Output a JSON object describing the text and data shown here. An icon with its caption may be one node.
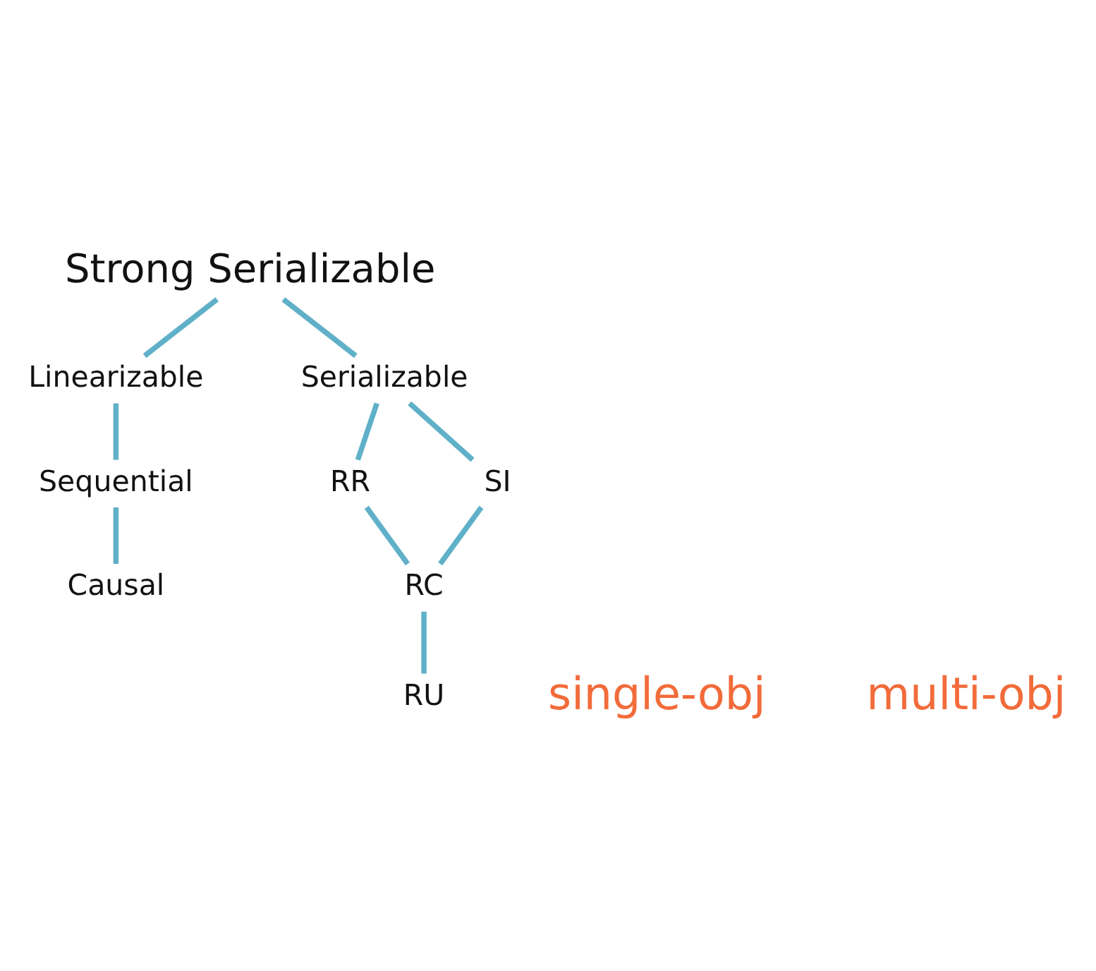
{
  "diagram": {
    "nodes": [
      {
        "text": [
          "Strong Serializable"
        ]
      },
      {
        "text": [
          "Linearizable"
        ]
      },
      {
        "text": [
          "Sequential"
        ]
      },
      {
        "text": [
          "Causal"
        ]
      },
      {
        "text": [
          "Serializable"
        ]
      },
      {
        "text": [
          "RR"
        ]
      },
      {
        "text": [
          "SI"
        ]
      },
      {
        "text": [
          "RC"
        ]
      },
      {
        "text": [
          "RU"
        ]
      }
    ],
    "edges": [
      {
        "from": 0,
        "to": 1,
        "arrow": "none"
      },
      {
        "from": 0,
        "to": 4,
        "arrow": "none"
      },
      {
        "from": 1,
        "to": 2,
        "arrow": "none"
      },
      {
        "from": 2,
        "to": 3,
        "arrow": "none"
      },
      {
        "from": 4,
        "to": 5,
        "arrow": "none"
      },
      {
        "from": 4,
        "to": 6,
        "arrow": "none"
      },
      {
        "from": 5,
        "to": 7,
        "arrow": "none"
      },
      {
        "from": 6,
        "to": 7,
        "arrow": "none"
      },
      {
        "from": 7,
        "to": 8,
        "arrow": "none"
      }
    ],
    "labels": [
      "single-obj",
      "multi-obj"
    ]
  }
}
